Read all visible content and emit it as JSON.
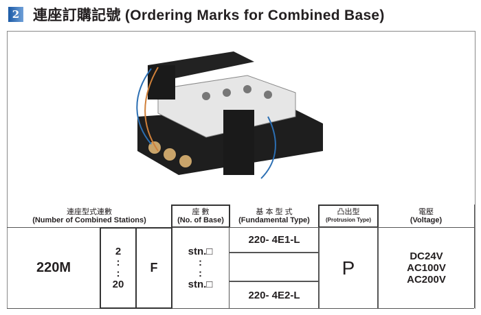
{
  "header": {
    "section_number": "2",
    "title": "連座訂購記號 (Ordering  Marks for Combined Base)"
  },
  "table": {
    "headers": [
      {
        "zh": "連座型式連數",
        "en": "(Number of Combined Stations)"
      },
      {
        "zh": "座 數",
        "en": "(No. of Base)"
      },
      {
        "zh": "基 本 型 式",
        "en": "(Fundamental Type)"
      },
      {
        "zh": "凸出型",
        "en": "(Protrusion Type)"
      },
      {
        "zh": "電壓",
        "en": "(Voltage)"
      }
    ],
    "model": "220M",
    "stations_min": "2",
    "stations_max": "20",
    "dots": ":",
    "f_code": "F",
    "base_top": "stn.□",
    "base_bottom": "stn.□",
    "type_1": "220- 4E1-L",
    "type_2": "220- 4E2-L",
    "protrusion": "P",
    "voltages": [
      "DC24V",
      "AC100V",
      "AC200V"
    ]
  }
}
